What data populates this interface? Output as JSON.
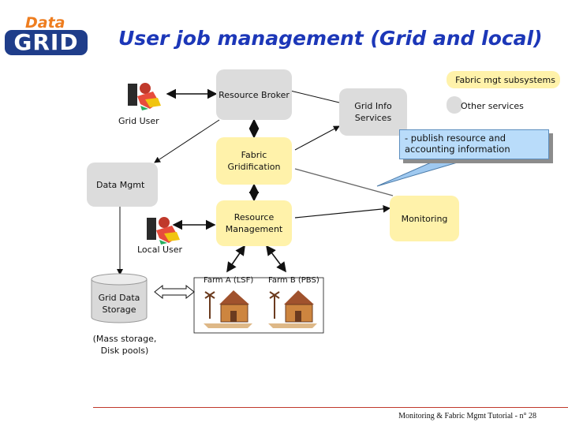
{
  "slide": {
    "title": "User job management (Grid and local)",
    "logo": {
      "top": "Data",
      "bottom": "GRID"
    },
    "legend": {
      "fabric": "Fabric mgt subsystems",
      "other": "Other services"
    },
    "nodes": {
      "resource_broker": "Resource Broker",
      "grid_info": "Grid Info Services",
      "fabric_gridification": "Fabric Gridification",
      "data_mgmt": "Data Mgmt",
      "resource_management": "Resource Management",
      "monitoring": "Monitoring",
      "grid_user": "Grid User",
      "local_user": "Local User",
      "grid_data_storage": "Grid Data Storage",
      "storage_note": "(Mass storage, Disk pools)",
      "farm_a": "Farm A (LSF)",
      "farm_b": "Farm B (PBS)"
    },
    "callout": "- publish resource and accounting information",
    "footer": "Monitoring & Fabric Mgmt Tutorial - n° 28",
    "colors": {
      "title": "#1c37b8",
      "fabric_box": "#fff2aa",
      "service_box": "#dcdcdc",
      "footer_rule": "#c0392b",
      "logo_grid": "#1f3d8a",
      "logo_data": "#ee7d1f"
    },
    "icons": [
      "user-icon",
      "farm-house-icon",
      "storage-cylinder-icon"
    ]
  }
}
